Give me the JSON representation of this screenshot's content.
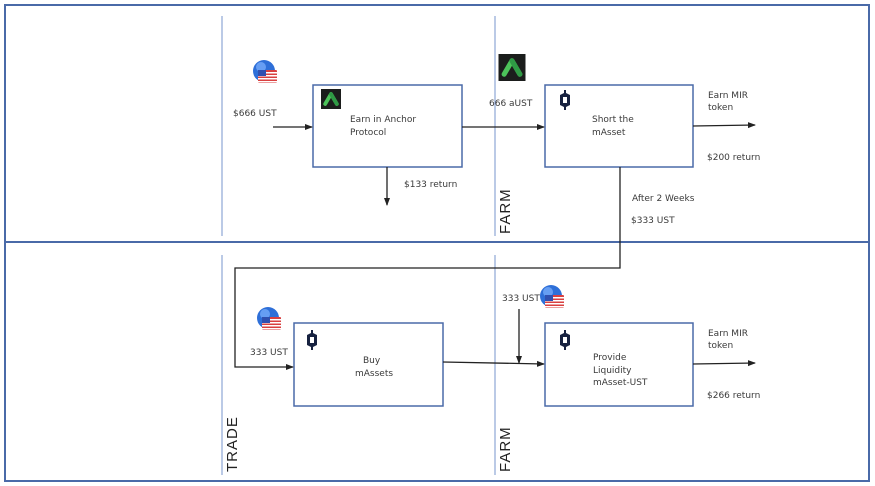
{
  "diagram": {
    "lanes": {
      "top_farm_label": "FARM",
      "bottom_trade_label": "TRADE",
      "bottom_farm_label": "FARM"
    },
    "boxes": {
      "anchor": {
        "lines": [
          "Earn in Anchor",
          "Protocol"
        ],
        "icon": "anchor-logo-icon"
      },
      "short": {
        "lines": [
          "Short the",
          "mAsset"
        ],
        "icon": "mirror-logo-icon"
      },
      "buy": {
        "lines": [
          "Buy",
          "mAssets"
        ],
        "icon": "mirror-logo-icon"
      },
      "liquidity": {
        "lines": [
          "Provide",
          "Liquidity",
          "mAsset-UST"
        ],
        "icon": "mirror-logo-icon"
      }
    },
    "labels": {
      "input_ust": "$666 UST",
      "aust": "666 aUST",
      "anchor_return": "$133 return",
      "earn_mir_top_1": "Earn MIR",
      "earn_mir_top_2": "token",
      "short_return": "$200 return",
      "after_weeks": "After 2 Weeks",
      "after_ust": "$333 UST",
      "buy_ust": "333 UST",
      "lp_ust": "333 UST",
      "earn_mir_bottom_1": "Earn MIR",
      "earn_mir_bottom_2": "token",
      "lp_return": "$266 return"
    },
    "icons": {
      "ust_coin": "ust-coin-icon",
      "anchor": "anchor-logo-icon",
      "mirror": "mirror-logo-icon"
    },
    "colors": {
      "frame": "#4a6aa8",
      "lane_divider": "#8ea6d6",
      "box_border": "#4a6aa8",
      "arrow": "#222222",
      "anchor_bg": "#1b1d1c",
      "anchor_green": "#4cc35a",
      "mirror_navy": "#172240"
    }
  }
}
